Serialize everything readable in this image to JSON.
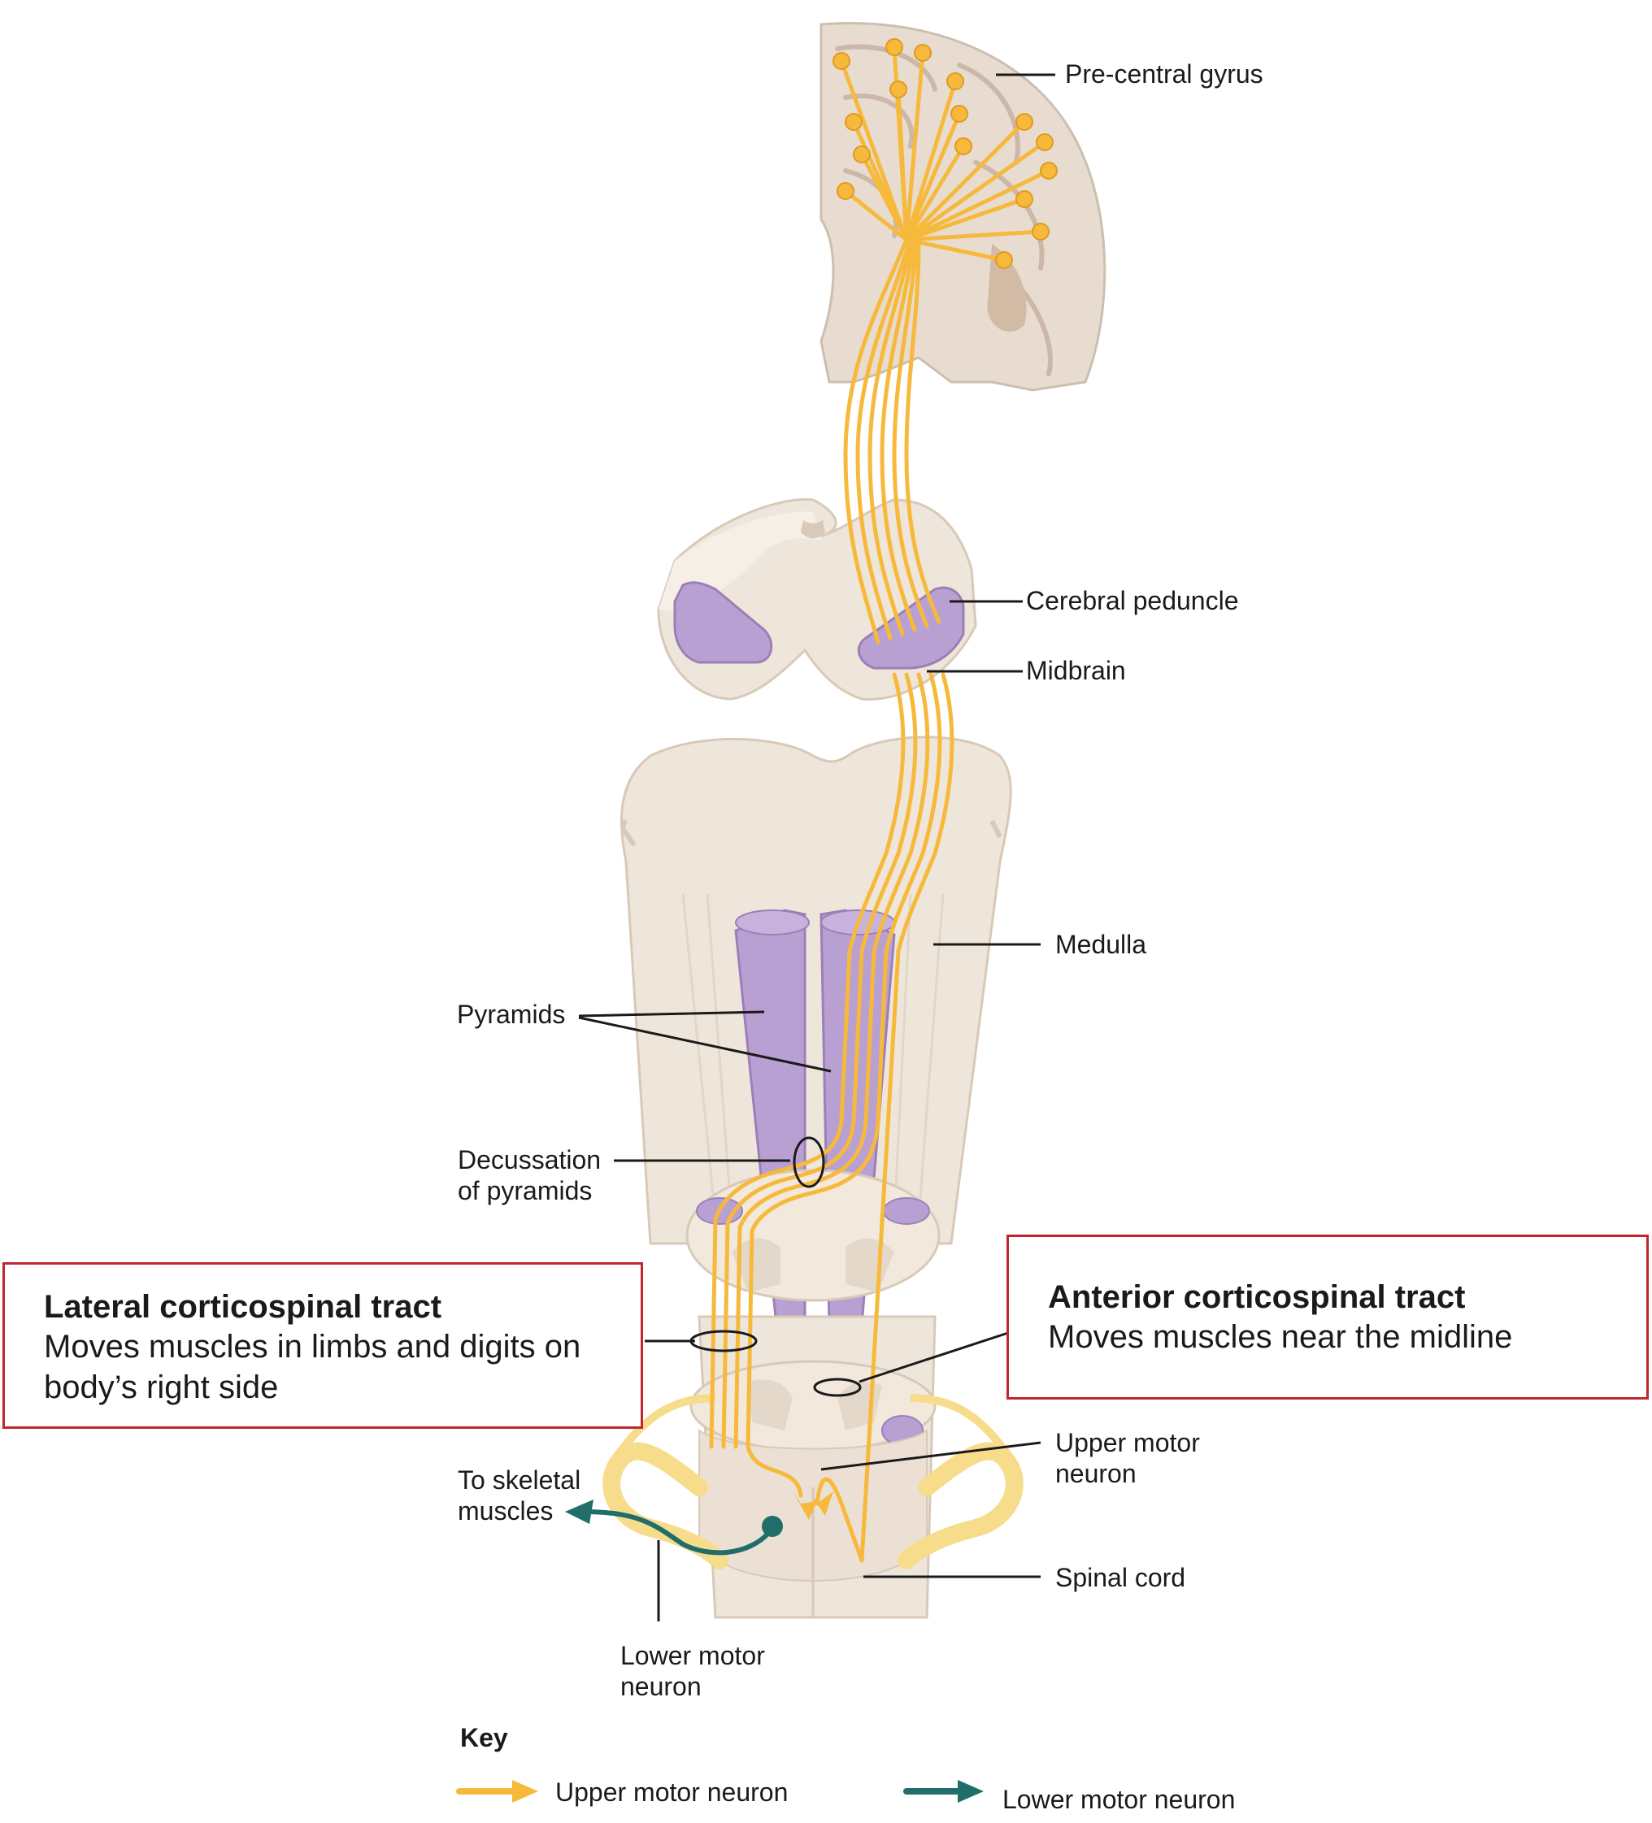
{
  "labels": {
    "precentral": "Pre-central gyrus",
    "peduncle": "Cerebral peduncle",
    "midbrain": "Midbrain",
    "medulla": "Medulla",
    "pyramids": "Pyramids",
    "decussation_1": "Decussation",
    "decussation_2": "of pyramids",
    "skeletal_1": "To skeletal",
    "skeletal_2": "muscles",
    "upper_1": "Upper motor",
    "upper_2": "neuron",
    "spinal": "Spinal cord",
    "lower_1": "Lower motor",
    "lower_2": "neuron"
  },
  "lateral_box": {
    "title": "Lateral corticospinal tract",
    "desc_1": "Moves muscles in limbs and digits on",
    "desc_2": "body’s right side"
  },
  "anterior_box": {
    "title": "Anterior corticospinal tract",
    "desc_1": "Moves muscles near the midline"
  },
  "key": {
    "title": "Key",
    "upper": "Upper motor neuron",
    "lower": "Lower motor neuron"
  },
  "colors": {
    "upper_neuron": "#f6b93b",
    "lower_neuron": "#1f6e6a",
    "tract": "#b9a0d2",
    "tissue": "#f2e8dc",
    "highlight_border": "#c0272d"
  }
}
